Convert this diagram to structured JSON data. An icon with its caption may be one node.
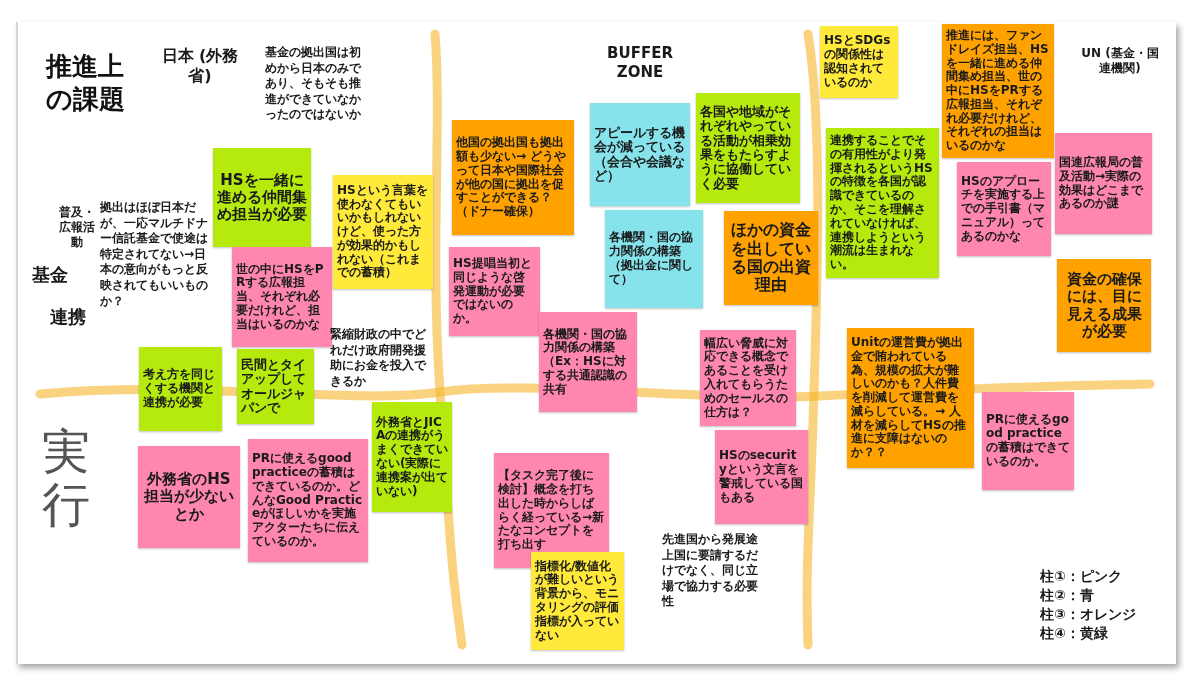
{
  "diagram": {
    "title": "推進上の課題",
    "nodes": [
      {
        "text": [
          "HSを一緒に進める仲間集め担当が必要"
        ]
      },
      {
        "text": [
          "世の中にHSをPRする広報担当、それぞれ必要だけれど、担当はいるのかな"
        ]
      },
      {
        "text": [
          "HSという言葉を使わなくてもいいかもしれないけど、使った方が効果的かもしれない（これまでの蓄積）"
        ]
      },
      {
        "text": [
          "他国の拠出国も拠出額も少ない→ どうやって日本や国際社会が他の国に拠出を促すことができる？（ドナー確保）"
        ]
      },
      {
        "text": [
          "アピールする機会が減っている（会合や会議など）"
        ]
      },
      {
        "text": [
          "各国や地域がそれぞれやっている活動が相乗効果をもたらすように協働していく必要"
        ]
      },
      {
        "text": [
          "各機関・国の協力関係の構築（拠出金に関して）"
        ]
      },
      {
        "text": [
          "ほかの資金を出している国の出資理由"
        ]
      },
      {
        "text": [
          "HS提唱当初と同じような啓発運動が必要ではないのか。"
        ]
      },
      {
        "text": [
          "各機関・国の協力関係の構築（Ex：HSに対する共通認識の共有"
        ]
      },
      {
        "text": [
          "HSとSDGsの関係性は認知されているのか"
        ]
      },
      {
        "text": [
          "推進には、ファンドレイズ担当、HSを一緒に進める仲間集め担当、世の中にHSをPRする広報担当、それぞれ必要だけれど、それぞれの担当はいるのかな"
        ]
      },
      {
        "text": [
          "連携することでその有用性がより発揮されるというHSの特徴を各国が認識できているのか、そこを理解されていなければ、連携しようという潮流は生まれない。"
        ]
      },
      {
        "text": [
          "HSのアプローチを実施する上での手引書（マニュアル）ってあるのかな"
        ]
      },
      {
        "text": [
          "国連広報局の普及活動→実際の効果はどこまであるのか謎"
        ]
      },
      {
        "text": [
          "資金の確保には、目に見える成果が必要"
        ]
      },
      {
        "text": [
          "考え方を同じくする機関と連携が必要"
        ]
      },
      {
        "text": [
          "民間とタイアップしてオールジャパンで"
        ]
      },
      {
        "text": [
          "幅広い脅威に対応できる概念であることを受け入れてもらうためのセールスの仕方は？"
        ]
      },
      {
        "text": [
          "Unitの運営費が拠出金で賄われている為、規模の拡大が難しいのかも？人件費を削減して運営費を減らしている。→ 人材を減らしてHSの推進に支障はないのか？？"
        ]
      },
      {
        "text": [
          "外務省とJICAの連携がうまくできていない(実際に連携案が出ていない)"
        ]
      },
      {
        "text": [
          "外務省のHS担当が少ないとか"
        ]
      },
      {
        "text": [
          "PRに使えるgood practiceの蓄積はできているのか。どんなGood Practiceがほしいかを実施アクターたちに伝えているのか。"
        ]
      },
      {
        "text": [
          "HSのsecurityという文言を警戒している国もある"
        ]
      },
      {
        "text": [
          "【タスク完了後に検討】概念を打ち出した時からしばらく経っている→新たなコンセプトを打ち出す"
        ]
      },
      {
        "text": [
          "指標化/数値化が難しいという背景から、モニタリングの評価指標が入っていない"
        ]
      },
      {
        "text": [
          "PRに使えるgood practiceの蓄積はできているのか。"
        ]
      }
    ],
    "labels": [
      "日本 (外務省)",
      "基金の拠出国は初めから日本のみであり、そもそも推進ができていなかったのではないか",
      "BUFFER ZONE",
      "UN (基金・国連機関)",
      "普及・広報活動",
      "拠出はほぼ日本だが、一応マルチドナー信託基金で使途は特定されてない→日本の意向がもっと反映されてもいいものか？",
      "基金",
      "連携",
      "緊縮財政の中でどれだけ政府開発援助にお金を投入できるか",
      "実行",
      "先進国から発展途上国に要請するだけでなく、同じ立場で協力する必要性",
      "柱①：ピンク",
      "柱②：青",
      "柱③：オレンジ",
      "柱④：黄緑"
    ]
  }
}
